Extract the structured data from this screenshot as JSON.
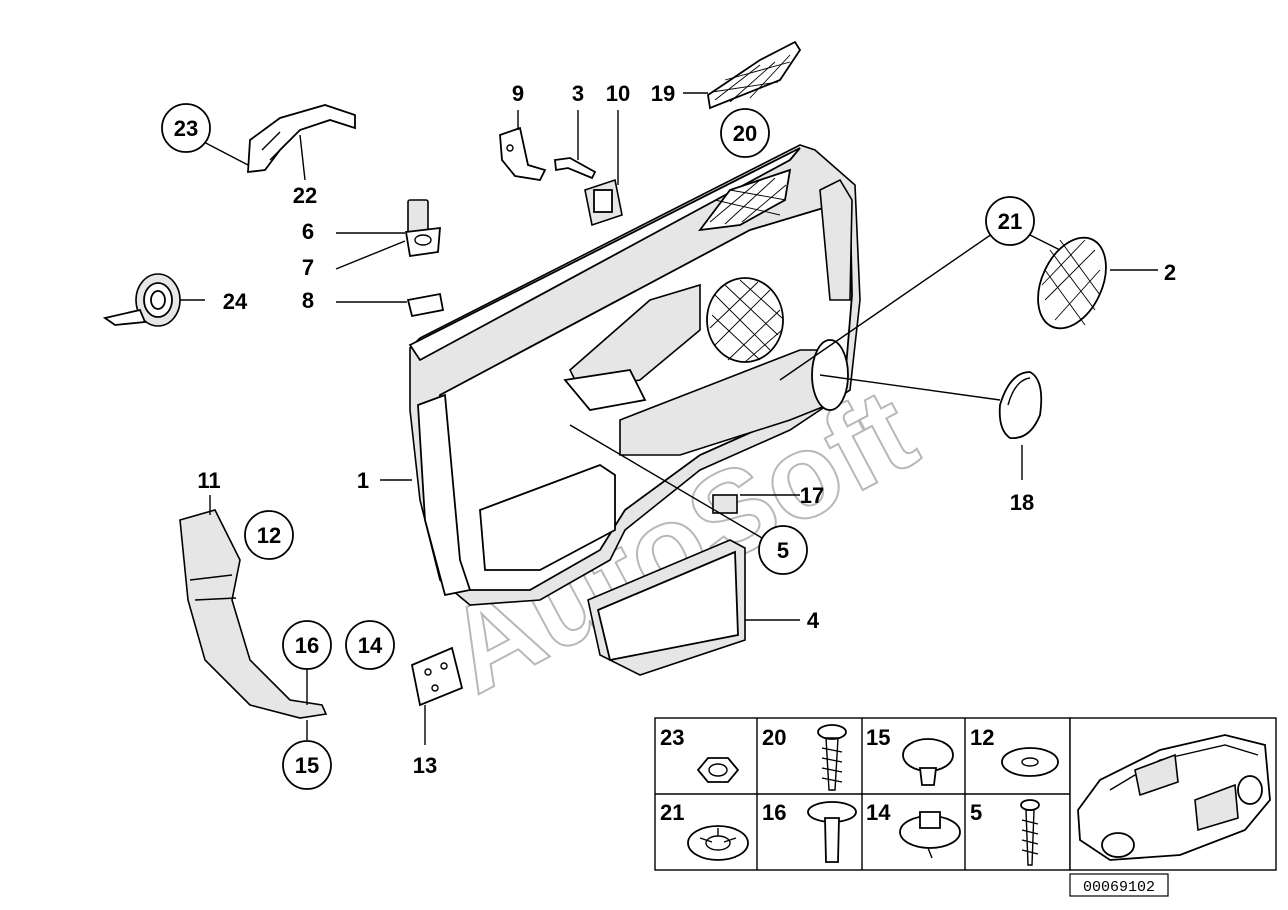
{
  "watermark": "AutoSoft",
  "diagram_id": "00069102",
  "callouts": {
    "c1": "1",
    "c2": "2",
    "c3": "3",
    "c4": "4",
    "c5": "5",
    "c6": "6",
    "c7": "7",
    "c8": "8",
    "c9": "9",
    "c10": "10",
    "c11": "11",
    "c12": "12",
    "c13": "13",
    "c14": "14",
    "c15": "15",
    "c16": "16",
    "c17": "17",
    "c18": "18",
    "c19": "19",
    "c20": "20",
    "c21": "21",
    "c22": "22",
    "c23": "23",
    "c24": "24"
  },
  "fastener_table": {
    "cells": [
      {
        "label": "23",
        "part": "hex-nut"
      },
      {
        "label": "20",
        "part": "screw"
      },
      {
        "label": "15",
        "part": "expanding-rivet"
      },
      {
        "label": "12",
        "part": "cap-clip"
      },
      {
        "label": "21",
        "part": "spring-nut"
      },
      {
        "label": "16",
        "part": "pin-clip"
      },
      {
        "label": "14",
        "part": "grommet-clip"
      },
      {
        "label": "5",
        "part": "self-tapping-screw"
      }
    ]
  }
}
